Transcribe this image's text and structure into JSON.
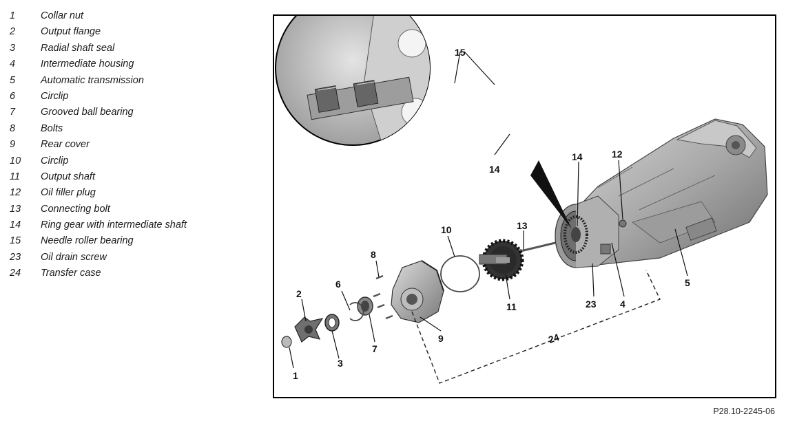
{
  "legend": [
    {
      "num": "1",
      "label": "Collar nut"
    },
    {
      "num": "2",
      "label": "Output flange"
    },
    {
      "num": "3",
      "label": "Radial shaft seal"
    },
    {
      "num": "4",
      "label": "Intermediate housing"
    },
    {
      "num": "5",
      "label": "Automatic transmission"
    },
    {
      "num": "6",
      "label": "Circlip"
    },
    {
      "num": "7",
      "label": "Grooved ball bearing"
    },
    {
      "num": "8",
      "label": "Bolts"
    },
    {
      "num": "9",
      "label": "Rear cover"
    },
    {
      "num": "10",
      "label": "Circlip"
    },
    {
      "num": "11",
      "label": "Output shaft"
    },
    {
      "num": "12",
      "label": "Oil filler plug"
    },
    {
      "num": "13",
      "label": "Connecting bolt"
    },
    {
      "num": "14",
      "label": "Ring gear with intermediate shaft"
    },
    {
      "num": "15",
      "label": "Needle roller bearing"
    },
    {
      "num": "23",
      "label": "Oil drain screw"
    },
    {
      "num": "24",
      "label": "Transfer case"
    }
  ],
  "figure": {
    "callouts": {
      "c1": "1",
      "c2": "2",
      "c3": "3",
      "c4": "4",
      "c5": "5",
      "c6": "6",
      "c7": "7",
      "c8": "8",
      "c9": "9",
      "c10": "10",
      "c11": "11",
      "c12": "12",
      "c13": "13",
      "c14": "14",
      "c14_detail": "14",
      "c15": "15",
      "c23": "23",
      "c24": "24"
    },
    "code": "P28.10-2245-06"
  }
}
